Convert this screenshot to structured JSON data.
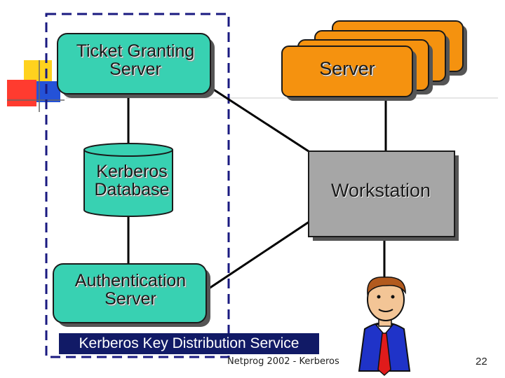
{
  "diagram": {
    "nodes": {
      "ticket_granting_server": "Ticket Granting Server",
      "kerberos_database": "Kerberos Database",
      "authentication_server": "Authentication Server",
      "server": "Server",
      "workstation": "Workstation"
    },
    "group_label": "Kerberos Key Distribution Service",
    "edges": [
      [
        "ticket_granting_server",
        "kerberos_database"
      ],
      [
        "kerberos_database",
        "authentication_server"
      ],
      [
        "ticket_granting_server",
        "workstation"
      ],
      [
        "authentication_server",
        "workstation"
      ],
      [
        "server",
        "workstation"
      ],
      [
        "workstation",
        "user"
      ]
    ]
  },
  "footer": {
    "text": "Netprog 2002 - Kerberos",
    "page_number": "22"
  },
  "colors": {
    "teal_node": "#38d1b2",
    "orange_node": "#f5920f",
    "gray_node": "#a6a6a6",
    "group_border": "#1a1a80",
    "banner": "#111a66"
  }
}
